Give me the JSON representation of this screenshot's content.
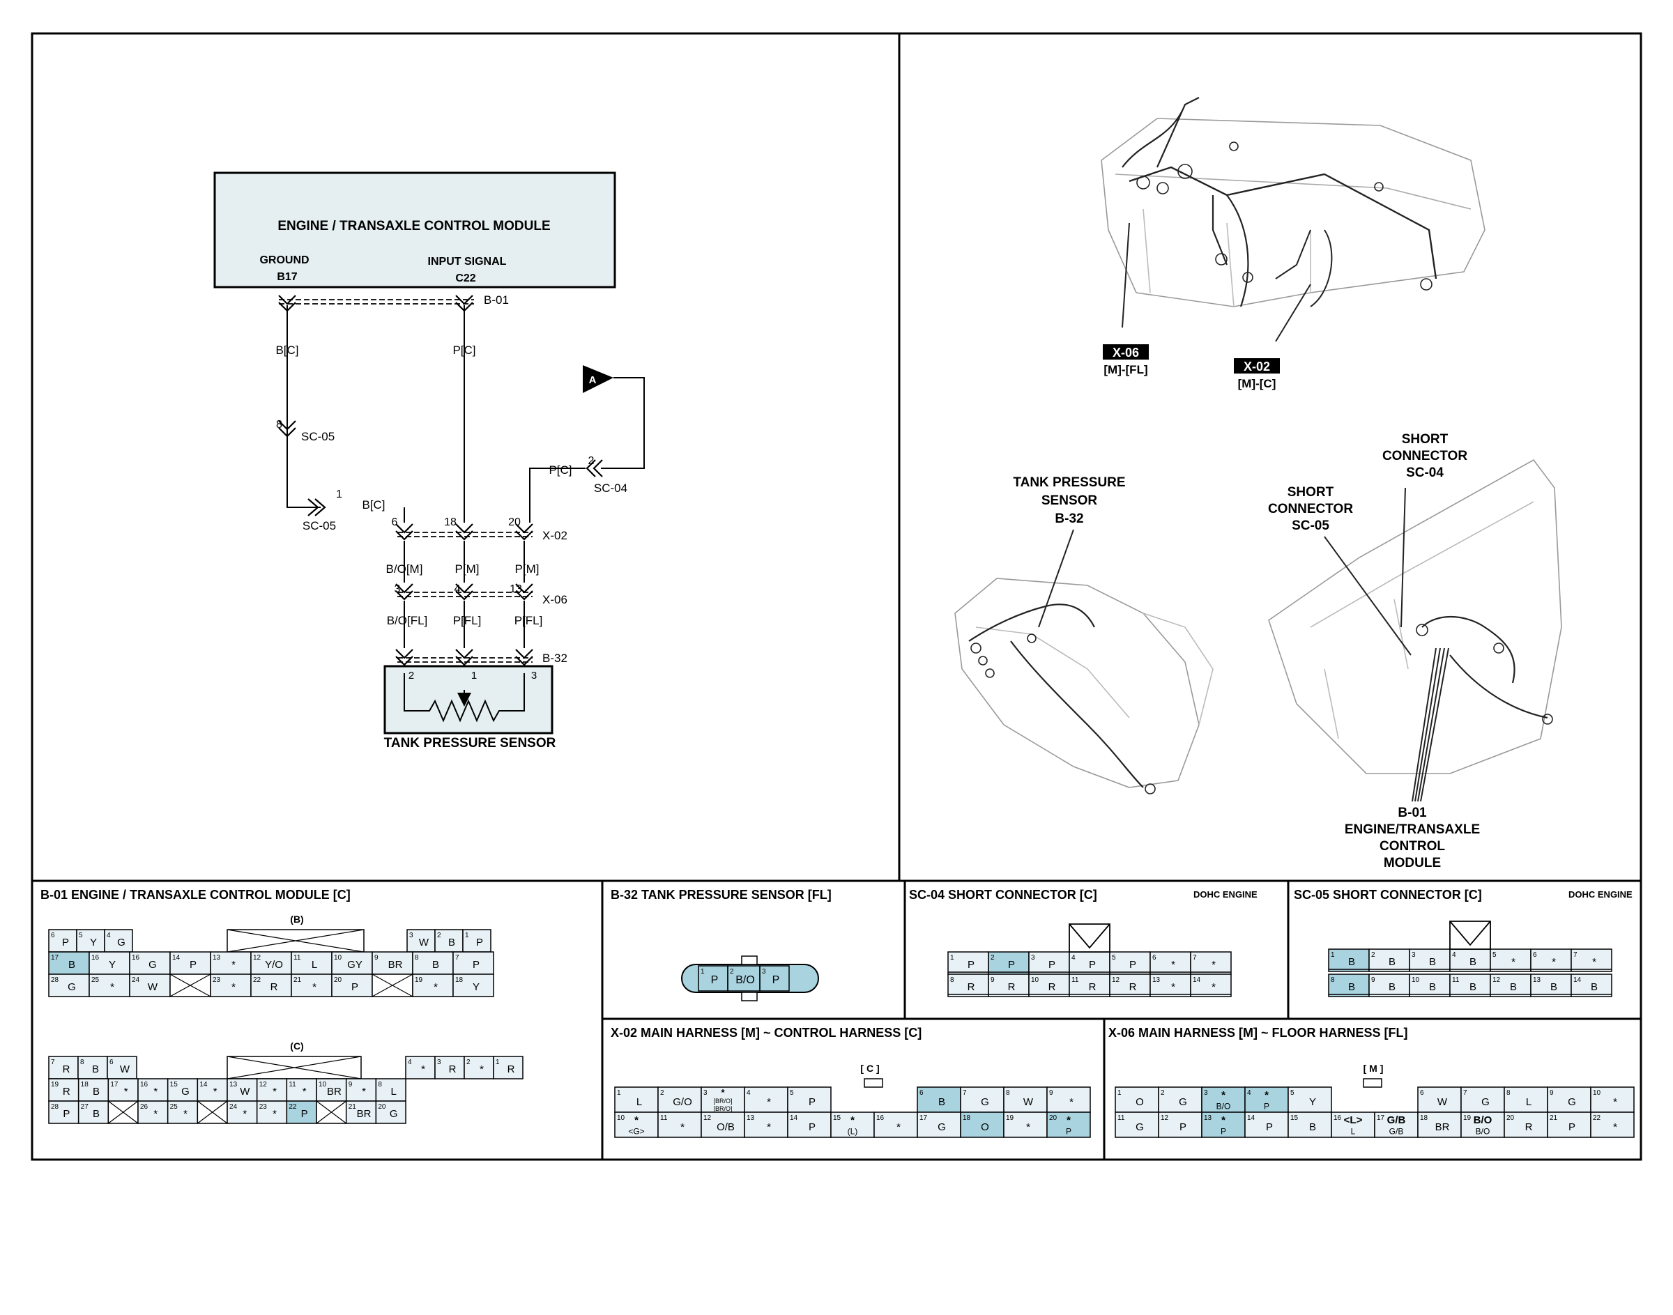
{
  "schematic": {
    "module_title": "ENGINE / TRANSAXLE CONTROL MODULE",
    "ground_label": "GROUND",
    "ground_pin": "B17",
    "input_label": "INPUT SIGNAL",
    "input_pin": "C22",
    "conn_b01": "B-01",
    "wire_bc": "B[C]",
    "wire_pc": "P[C]",
    "sc05_pin8": "8",
    "sc05_label": "SC-05",
    "sc05_pin1": "1",
    "sc05_label2": "SC-05",
    "wire_bc2": "B[C]",
    "ref_a": "A",
    "wire_pc2": "P[C]",
    "sc04_pin2": "2",
    "sc04_label": "SC-04",
    "x02_p6": "6",
    "x02_p18": "18",
    "x02_p20": "20",
    "x02_label": "X-02",
    "w_bom": "B/O[M]",
    "w_pm1": "P[M]",
    "w_pm2": "P[M]",
    "x06_p3": "3",
    "x06_p4": "4",
    "x06_p13": "13",
    "x06_label": "X-06",
    "w_bofl": "B/O[FL]",
    "w_pfl1": "P[FL]",
    "w_pfl2": "P[FL]",
    "b32_label": "B-32",
    "s_p2": "2",
    "s_p1": "1",
    "s_p3": "3",
    "sensor_title": "TANK PRESSURE SENSOR"
  },
  "locator": {
    "x06_tag": "X-06",
    "x06_sub": "[M]-[FL]",
    "x02_tag": "X-02",
    "x02_sub": "[M]-[C]",
    "tank_l1": "TANK PRESSURE",
    "tank_l2": "SENSOR",
    "tank_l3": "B-32",
    "sc04_l1": "SHORT",
    "sc04_l2": "CONNECTOR",
    "sc04_l3": "SC-04",
    "sc05_l1": "SHORT",
    "sc05_l2": "CONNECTOR",
    "sc05_l3": "SC-05",
    "ecm_l1": "B-01",
    "ecm_l2": "ENGINE/TRANSAXLE",
    "ecm_l3": "CONTROL",
    "ecm_l4": "MODULE"
  },
  "panels": {
    "b01_title": "B-01 ENGINE / TRANSAXLE CONTROL MODULE [C]",
    "b01_sub_b": "(B)",
    "b01_sub_c": "(C)",
    "b32_title": "B-32 TANK PRESSURE SENSOR [FL]",
    "sc04_title": "SC-04 SHORT CONNECTOR [C]",
    "sc04_note": "DOHC ENGINE",
    "sc05_title": "SC-05 SHORT CONNECTOR [C]",
    "sc05_note": "DOHC ENGINE",
    "x02_title": "X-02 MAIN HARNESS [M] ~ CONTROL HARNESS [C]",
    "x02_sub": "[ C ]",
    "x06_title": "X-06 MAIN HARNESS [M] ~ FLOOR HARNESS [FL]",
    "x06_sub": "[ M ]"
  },
  "colors": {
    "highlight": "#a9d3df",
    "cell": "#e8f2f6",
    "module_fill": "#e5eef0"
  },
  "connectors": {
    "b01_b": [
      [
        {
          "n": "6",
          "t": "P"
        },
        {
          "n": "5",
          "t": "Y"
        },
        {
          "n": "4",
          "t": "G"
        },
        null,
        {
          "x": 1
        },
        {
          "x": 1
        },
        {
          "x": 1
        },
        {
          "x": 1
        },
        null,
        {
          "n": "3",
          "t": "W"
        },
        {
          "n": "2",
          "t": "B"
        },
        {
          "n": "1",
          "t": "P"
        }
      ],
      [
        {
          "n": "17",
          "t": "B",
          "hl": 1
        },
        {
          "n": "16",
          "t": "Y"
        },
        {
          "n": "16",
          "t": "G"
        },
        {
          "n": "14",
          "t": "P"
        },
        {
          "n": "13",
          "t": "*"
        },
        {
          "n": "12",
          "t": "Y/O"
        },
        {
          "n": "11",
          "t": "L"
        },
        {
          "n": "10",
          "t": "GY"
        },
        {
          "n": "9",
          "t": "BR"
        },
        {
          "n": "8",
          "t": "B"
        },
        {
          "n": "7",
          "t": "P"
        }
      ],
      [
        {
          "n": "28",
          "t": "G"
        },
        {
          "n": "25",
          "t": "*"
        },
        {
          "n": "24",
          "t": "W"
        },
        {
          "x": 1
        },
        {
          "n": "23",
          "t": "*"
        },
        {
          "n": "22",
          "t": "R"
        },
        {
          "n": "21",
          "t": "*"
        },
        {
          "n": "20",
          "t": "P"
        },
        {
          "x": 1
        },
        {
          "n": "19",
          "t": "*"
        },
        {
          "n": "18",
          "t": "Y"
        }
      ]
    ],
    "b01_c": [
      [
        {
          "n": "7",
          "t": "R"
        },
        {
          "n": "8",
          "t": "B"
        },
        {
          "n": "6",
          "t": "W"
        },
        null,
        {
          "x": 1
        },
        {
          "x": 1
        },
        {
          "x": 1
        },
        {
          "x": 1
        },
        {
          "n": "4",
          "t": "*"
        },
        {
          "n": "3",
          "t": "R"
        },
        {
          "n": "2",
          "t": "*"
        },
        {
          "n": "1",
          "t": "R"
        }
      ],
      [
        {
          "n": "19",
          "t": "R"
        },
        {
          "n": "18",
          "t": "B"
        },
        {
          "n": "17",
          "t": "*"
        },
        {
          "n": "16",
          "t": "*"
        },
        {
          "n": "15",
          "t": "G"
        },
        {
          "n": "14",
          "t": "*"
        },
        {
          "n": "13",
          "t": "W"
        },
        {
          "n": "12",
          "t": "*"
        },
        {
          "n": "11",
          "t": "*"
        },
        {
          "n": "10",
          "t": "BR"
        },
        {
          "n": "9",
          "t": "*"
        },
        {
          "n": "8",
          "t": "L"
        }
      ],
      [
        {
          "n": "28",
          "t": "P"
        },
        {
          "n": "27",
          "t": "B"
        },
        {
          "x": 1
        },
        {
          "n": "26",
          "t": "*"
        },
        {
          "n": "25",
          "t": "*"
        },
        {
          "x": 1
        },
        {
          "n": "24",
          "t": "*"
        },
        {
          "n": "23",
          "t": "*"
        },
        {
          "n": "22",
          "t": "P",
          "hl": 1
        },
        {
          "x": 1
        },
        {
          "n": "21",
          "t": "BR"
        },
        {
          "n": "20",
          "t": "G"
        }
      ]
    ],
    "b32": [
      {
        "n": "1",
        "t": "P"
      },
      {
        "n": "2",
        "t": "B/O"
      },
      {
        "n": "3",
        "t": "P"
      }
    ],
    "sc04": [
      [
        {
          "n": "1",
          "t": "P"
        },
        {
          "n": "2",
          "t": "P",
          "hl": 1
        },
        {
          "n": "3",
          "t": "P"
        },
        {
          "n": "4",
          "t": "P"
        },
        {
          "n": "5",
          "t": "P"
        },
        {
          "n": "6",
          "t": "*"
        },
        {
          "n": "7",
          "t": "*"
        }
      ],
      [
        {
          "n": "8",
          "t": "R"
        },
        {
          "n": "9",
          "t": "R"
        },
        {
          "n": "10",
          "t": "R"
        },
        {
          "n": "11",
          "t": "R"
        },
        {
          "n": "12",
          "t": "R"
        },
        {
          "n": "13",
          "t": "*"
        },
        {
          "n": "14",
          "t": "*"
        }
      ]
    ],
    "sc05": [
      [
        {
          "n": "1",
          "t": "B",
          "hl": 1
        },
        {
          "n": "2",
          "t": "B"
        },
        {
          "n": "3",
          "t": "B"
        },
        {
          "n": "4",
          "t": "B"
        },
        {
          "n": "5",
          "t": "*"
        },
        {
          "n": "6",
          "t": "*"
        },
        {
          "n": "7",
          "t": "*"
        }
      ],
      [
        {
          "n": "8",
          "t": "B",
          "hl": 1
        },
        {
          "n": "9",
          "t": "B"
        },
        {
          "n": "10",
          "t": "B"
        },
        {
          "n": "11",
          "t": "B"
        },
        {
          "n": "12",
          "t": "B"
        },
        {
          "n": "13",
          "t": "B"
        },
        {
          "n": "14",
          "t": "B"
        }
      ]
    ],
    "x02": [
      [
        {
          "n": "1",
          "t": "L"
        },
        {
          "n": "2",
          "t": "G/O"
        },
        {
          "n": "3",
          "t": "*",
          "t2": "[BR/O]",
          "t3": "[BR/O]"
        },
        {
          "n": "4",
          "t": "*"
        },
        {
          "n": "5",
          "t": "P"
        },
        null,
        null,
        {
          "n": "6",
          "t": "B",
          "hl": 1
        },
        {
          "n": "7",
          "t": "G"
        },
        {
          "n": "8",
          "t": "W"
        },
        {
          "n": "9",
          "t": "*"
        }
      ],
      [
        {
          "n": "10",
          "t": "*",
          "t2": "<G>"
        },
        {
          "n": "11",
          "t": "*"
        },
        {
          "n": "12",
          "t": "O/B"
        },
        {
          "n": "13",
          "t": "*"
        },
        {
          "n": "14",
          "t": "P"
        },
        {
          "n": "15",
          "t": "*",
          "t2": "(L)"
        },
        {
          "n": "16",
          "t": "*"
        },
        {
          "n": "17",
          "t": "G"
        },
        {
          "n": "18",
          "t": "O",
          "hl": 1
        },
        {
          "n": "19",
          "t": "*"
        },
        {
          "n": "20",
          "t": "*",
          "t2": "P",
          "hl": 1
        }
      ]
    ],
    "x06": [
      [
        {
          "n": "1",
          "t": "O"
        },
        {
          "n": "2",
          "t": "G"
        },
        {
          "n": "3",
          "t": "*",
          "t2": "B/O",
          "hl": 1
        },
        {
          "n": "4",
          "t": "*",
          "t2": "P",
          "hl": 1
        },
        {
          "n": "5",
          "t": "Y"
        },
        null,
        null,
        {
          "n": "6",
          "t": "W"
        },
        {
          "n": "7",
          "t": "G"
        },
        {
          "n": "8",
          "t": "L"
        },
        {
          "n": "9",
          "t": "G"
        },
        {
          "n": "10",
          "t": "*"
        }
      ],
      [
        {
          "n": "11",
          "t": "G"
        },
        {
          "n": "12",
          "t": "P"
        },
        {
          "n": "13",
          "t": "*",
          "t2": "P",
          "hl": 1
        },
        {
          "n": "14",
          "t": "P"
        },
        {
          "n": "15",
          "t": "B"
        },
        {
          "n": "16",
          "t": "<L>",
          "t2": "L"
        },
        {
          "n": "17",
          "t": "G/B",
          "t2": "G/B"
        },
        {
          "n": "18",
          "t": "BR"
        },
        {
          "n": "19",
          "t": "B/O",
          "t2": "B/O"
        },
        {
          "n": "20",
          "t": "R"
        },
        {
          "n": "21",
          "t": "P"
        },
        {
          "n": "22",
          "t": "*"
        }
      ]
    ]
  }
}
